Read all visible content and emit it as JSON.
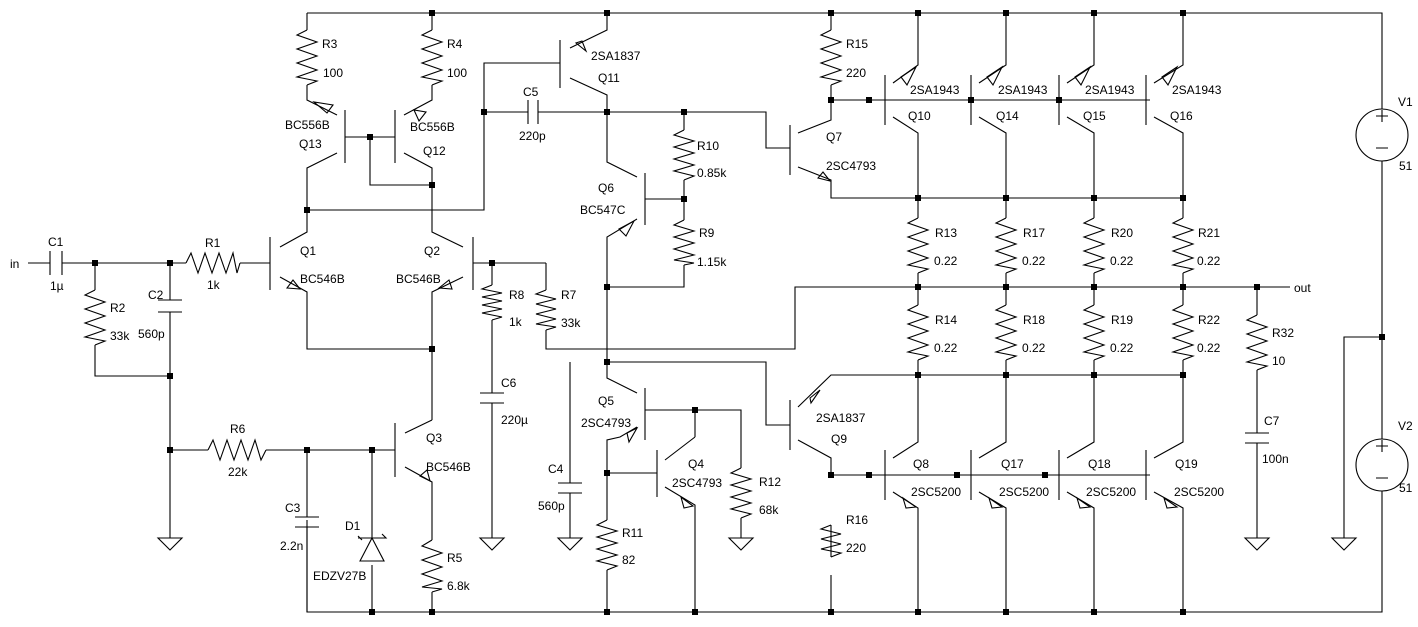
{
  "colors": {
    "wire": "#000000",
    "background": "#ffffff"
  },
  "nets": {
    "input": "in",
    "output": "out"
  },
  "components": {
    "R1": {
      "ref": "R1",
      "value": "1k"
    },
    "R2": {
      "ref": "R2",
      "value": "33k"
    },
    "R3": {
      "ref": "R3",
      "value": "100"
    },
    "R4": {
      "ref": "R4",
      "value": "100"
    },
    "R5": {
      "ref": "R5",
      "value": "6.8k"
    },
    "R6": {
      "ref": "R6",
      "value": "22k"
    },
    "R7": {
      "ref": "R7",
      "value": "33k"
    },
    "R8": {
      "ref": "R8",
      "value": "1k"
    },
    "R9": {
      "ref": "R9",
      "value": "1.15k"
    },
    "R10": {
      "ref": "R10",
      "value": "0.85k"
    },
    "R11": {
      "ref": "R11",
      "value": "82"
    },
    "R12": {
      "ref": "R12",
      "value": "68k"
    },
    "R13": {
      "ref": "R13",
      "value": "0.22"
    },
    "R14": {
      "ref": "R14",
      "value": "0.22"
    },
    "R15": {
      "ref": "R15",
      "value": "220"
    },
    "R16": {
      "ref": "R16",
      "value": "220"
    },
    "R17": {
      "ref": "R17",
      "value": "0.22"
    },
    "R18": {
      "ref": "R18",
      "value": "0.22"
    },
    "R19": {
      "ref": "R19",
      "value": "0.22"
    },
    "R20": {
      "ref": "R20",
      "value": "0.22"
    },
    "R21": {
      "ref": "R21",
      "value": "0.22"
    },
    "R22": {
      "ref": "R22",
      "value": "0.22"
    },
    "R32": {
      "ref": "R32",
      "value": "10"
    },
    "C1": {
      "ref": "C1",
      "value": "1µ"
    },
    "C2": {
      "ref": "C2",
      "value": "560p"
    },
    "C3": {
      "ref": "C3",
      "value": "2.2n"
    },
    "C4": {
      "ref": "C4",
      "value": "560p"
    },
    "C5": {
      "ref": "C5",
      "value": "220p"
    },
    "C6": {
      "ref": "C6",
      "value": "220µ"
    },
    "C7": {
      "ref": "C7",
      "value": "100n"
    },
    "D1": {
      "ref": "D1",
      "value": "EDZV27B"
    },
    "V1": {
      "ref": "V1",
      "value": "51"
    },
    "V2": {
      "ref": "V2",
      "value": "51"
    },
    "Q1": {
      "ref": "Q1",
      "value": "BC546B"
    },
    "Q2": {
      "ref": "Q2",
      "value": "BC546B"
    },
    "Q3": {
      "ref": "Q3",
      "value": "BC546B"
    },
    "Q4": {
      "ref": "Q4",
      "value": "2SC4793"
    },
    "Q5": {
      "ref": "Q5",
      "value": "2SC4793"
    },
    "Q6": {
      "ref": "Q6",
      "value": "BC547C"
    },
    "Q7": {
      "ref": "Q7",
      "value": "2SC4793"
    },
    "Q8": {
      "ref": "Q8",
      "value": "2SC5200"
    },
    "Q9": {
      "ref": "Q9",
      "value": "2SA1837"
    },
    "Q10": {
      "ref": "Q10",
      "value": "2SA1943"
    },
    "Q11": {
      "ref": "Q11",
      "value": "2SA1837"
    },
    "Q12": {
      "ref": "Q12",
      "value": "BC556B"
    },
    "Q13": {
      "ref": "Q13",
      "value": "BC556B"
    },
    "Q14": {
      "ref": "Q14",
      "value": "2SA1943"
    },
    "Q15": {
      "ref": "Q15",
      "value": "2SA1943"
    },
    "Q16": {
      "ref": "Q16",
      "value": "2SA1943"
    },
    "Q17": {
      "ref": "Q17",
      "value": "2SC5200"
    },
    "Q18": {
      "ref": "Q18",
      "value": "2SC5200"
    },
    "Q19": {
      "ref": "Q19",
      "value": "2SC5200"
    }
  }
}
